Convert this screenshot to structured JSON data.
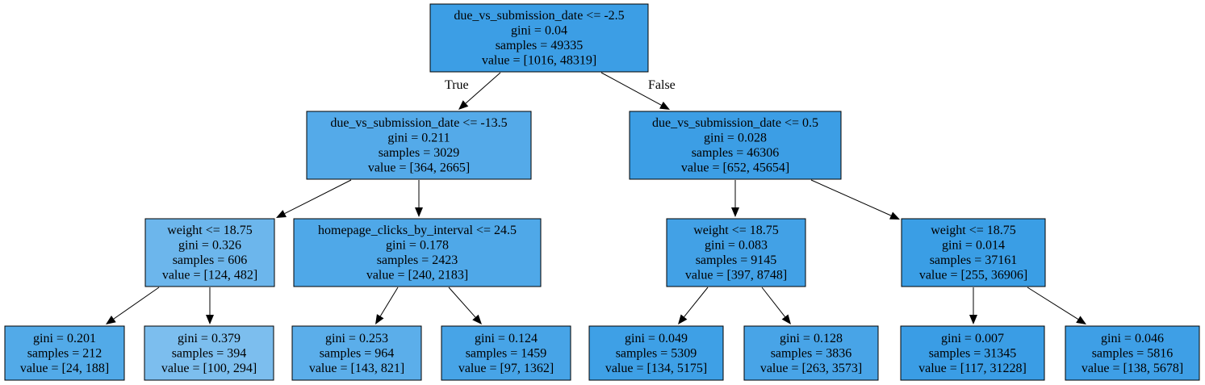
{
  "tree": {
    "nodes": [
      {
        "id": "n0",
        "lines": [
          "due_vs_submission_date <= -2.5",
          "gini = 0.04",
          "samples = 49335",
          "value = [1016, 48319]"
        ],
        "fill": "#3c9ee5"
      },
      {
        "id": "n1",
        "lines": [
          "due_vs_submission_date <= -13.5",
          "gini = 0.211",
          "samples = 3029",
          "value = [364, 2665]"
        ],
        "fill": "#54aae9"
      },
      {
        "id": "n2",
        "lines": [
          "due_vs_submission_date <= 0.5",
          "gini = 0.028",
          "samples = 46306",
          "value = [652, 45654]"
        ],
        "fill": "#3c9ee5"
      },
      {
        "id": "n3",
        "lines": [
          "weight <= 18.75",
          "gini = 0.326",
          "samples = 606",
          "value = [124, 482]"
        ],
        "fill": "#6cb6ec"
      },
      {
        "id": "n4",
        "lines": [
          "homepage_clicks_by_interval <= 24.5",
          "gini = 0.178",
          "samples = 2423",
          "value = [240, 2183]"
        ],
        "fill": "#4fa8e8"
      },
      {
        "id": "n5",
        "lines": [
          "weight <= 18.75",
          "gini = 0.083",
          "samples = 9145",
          "value = [397, 8748]"
        ],
        "fill": "#42a1e6"
      },
      {
        "id": "n6",
        "lines": [
          "weight <= 18.75",
          "gini = 0.014",
          "samples = 37161",
          "value = [255, 36906]"
        ],
        "fill": "#3a9ee5"
      },
      {
        "id": "n7",
        "lines": [
          "gini = 0.201",
          "samples = 212",
          "value = [24, 188]"
        ],
        "fill": "#52aae8"
      },
      {
        "id": "n8",
        "lines": [
          "gini = 0.379",
          "samples = 394",
          "value = [100, 294]"
        ],
        "fill": "#7cbeee"
      },
      {
        "id": "n9",
        "lines": [
          "gini = 0.253",
          "samples = 964",
          "value = [143, 821]"
        ],
        "fill": "#5baeea"
      },
      {
        "id": "n10",
        "lines": [
          "gini = 0.124",
          "samples = 1459",
          "value = [97, 1362]"
        ],
        "fill": "#47a4e7"
      },
      {
        "id": "n11",
        "lines": [
          "gini = 0.049",
          "samples = 5309",
          "value = [134, 5175]"
        ],
        "fill": "#3ea0e6"
      },
      {
        "id": "n12",
        "lines": [
          "gini = 0.128",
          "samples = 3836",
          "value = [263, 3573]"
        ],
        "fill": "#48a4e7"
      },
      {
        "id": "n13",
        "lines": [
          "gini = 0.007",
          "samples = 31345",
          "value = [117, 31228]"
        ],
        "fill": "#3a9de5"
      },
      {
        "id": "n14",
        "lines": [
          "gini = 0.046",
          "samples = 5816",
          "value = [138, 5678]"
        ],
        "fill": "#3e9fe6"
      }
    ],
    "edges": [
      {
        "from": "n0",
        "to": "n1",
        "label": "True"
      },
      {
        "from": "n0",
        "to": "n2",
        "label": "False"
      },
      {
        "from": "n1",
        "to": "n3",
        "label": ""
      },
      {
        "from": "n1",
        "to": "n4",
        "label": ""
      },
      {
        "from": "n2",
        "to": "n5",
        "label": ""
      },
      {
        "from": "n2",
        "to": "n6",
        "label": ""
      },
      {
        "from": "n3",
        "to": "n7",
        "label": ""
      },
      {
        "from": "n3",
        "to": "n8",
        "label": ""
      },
      {
        "from": "n4",
        "to": "n9",
        "label": ""
      },
      {
        "from": "n4",
        "to": "n10",
        "label": ""
      },
      {
        "from": "n5",
        "to": "n11",
        "label": ""
      },
      {
        "from": "n5",
        "to": "n12",
        "label": ""
      },
      {
        "from": "n6",
        "to": "n13",
        "label": ""
      },
      {
        "from": "n6",
        "to": "n14",
        "label": ""
      }
    ]
  }
}
